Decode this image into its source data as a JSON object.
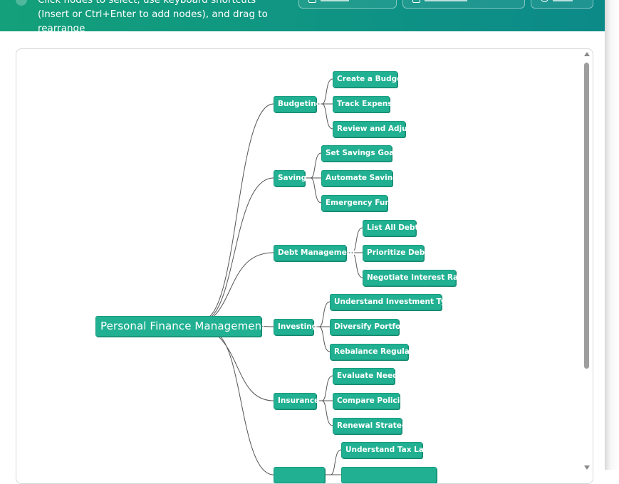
{
  "header": {
    "instructions": "Click nodes to select, use keyboard shortcuts (Insert or Ctrl+Enter to add nodes), and drag to rearrange",
    "buttons": [
      {
        "icon": "download-icon"
      },
      {
        "icon": "download-icon"
      },
      {
        "icon": "help-icon"
      }
    ],
    "colors": {
      "gradient_start": "#14a07a",
      "gradient_end": "#0c8a88"
    }
  },
  "mindmap": {
    "node_color": "#21b192",
    "root": "Personal Finance Management",
    "branches": [
      {
        "label": "Budgeting",
        "children": [
          "Create a Budget",
          "Track Expenses",
          "Review and Adjust"
        ]
      },
      {
        "label": "Saving",
        "children": [
          "Set Savings Goals",
          "Automate Savings",
          "Emergency Fund"
        ]
      },
      {
        "label": "Debt Management",
        "children": [
          "List All Debts",
          "Prioritize Debts",
          "Negotiate Interest Rates"
        ]
      },
      {
        "label": "Investing",
        "children": [
          "Understand Investment Types",
          "Diversify Portfolio",
          "Rebalance Regularly"
        ]
      },
      {
        "label": "Insurance",
        "children": [
          "Evaluate Needs",
          "Compare Policies",
          "Renewal Strategy"
        ]
      },
      {
        "label": "",
        "children": [
          "Understand Tax Laws",
          ""
        ]
      }
    ]
  }
}
